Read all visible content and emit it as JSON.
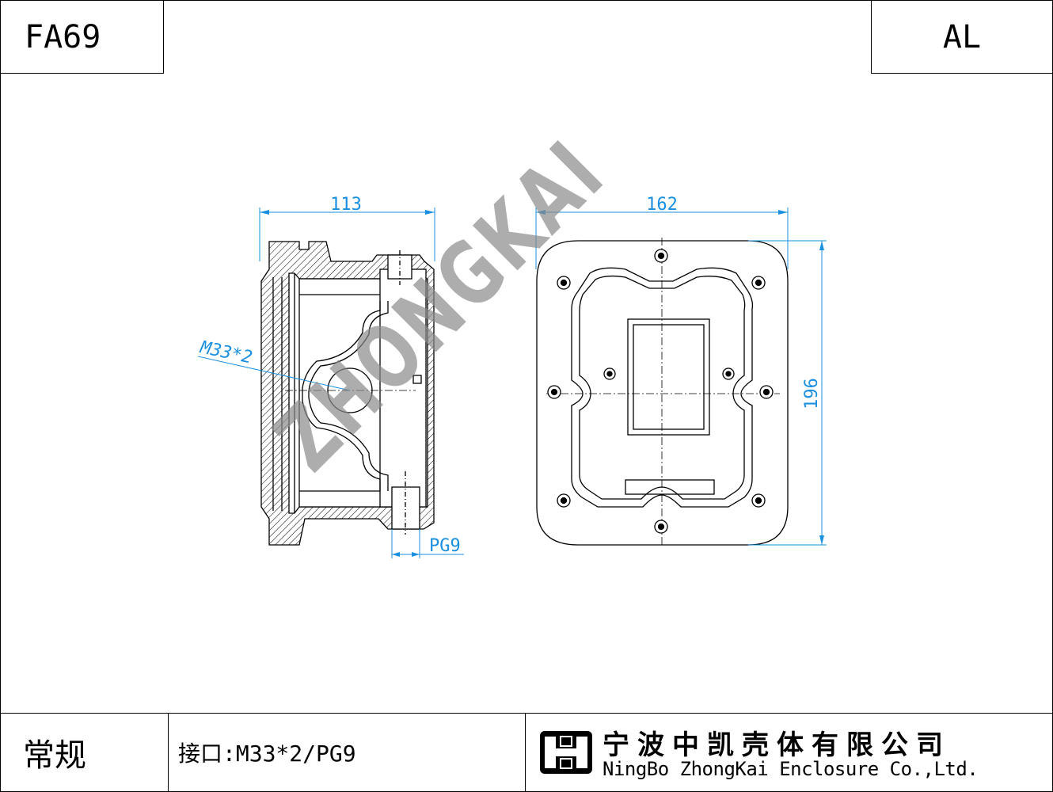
{
  "header": {
    "model": "FA69",
    "material": "AL"
  },
  "dimensions": {
    "width_side": "113",
    "width_front": "162",
    "height_front": "196",
    "thread_label": "M33*2",
    "gland_label": "PG9"
  },
  "watermark": "ZHONGKAI",
  "footer": {
    "category": "常规",
    "interface": "接口:M33*2/PG9",
    "company_cn": "宁波中凯壳体有限公司",
    "company_en": "NingBo ZhongKai Enclosure Co.,Ltd."
  },
  "colors": {
    "dimension": "#1a8fe0",
    "line": "#000000",
    "watermark": "#9e9e9e"
  }
}
